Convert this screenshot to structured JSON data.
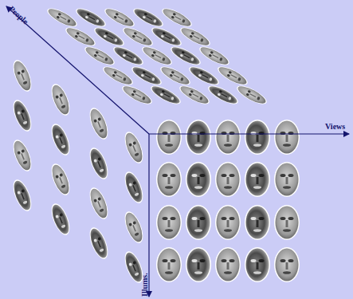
{
  "diagram": {
    "labels": [
      "People",
      "Views",
      "Illums."
    ]
  }
}
